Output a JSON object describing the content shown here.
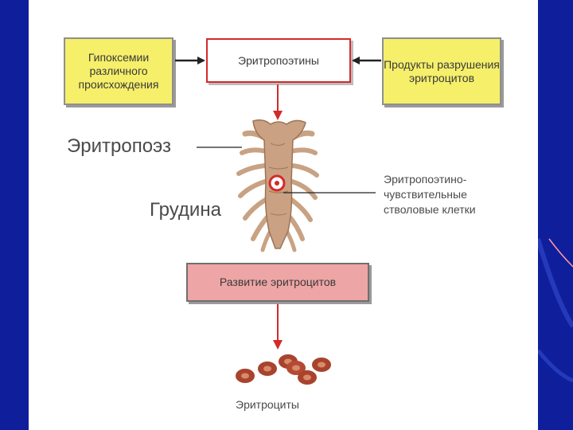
{
  "boxes": {
    "hypoxemia": "Гипоксемии различного происхождения",
    "erythropoietins": "Эритропоэтины",
    "products": "Продукты разрушения эритроцитов",
    "development": "Развитие эритроцитов"
  },
  "labels": {
    "erythropoiesis": "Эритропоэз",
    "sternum": "Грудина",
    "stem_cells": "Эритропоэтино-чувствительные стволовые клетки",
    "erythrocytes": "Эритроциты"
  },
  "colors": {
    "background": "#0f1f9c",
    "yellow_box": "#f5ef6a",
    "pink_box": "#eea5a5",
    "arrow_red": "#d42a2a",
    "bone": "#c8a283",
    "cell": "#a8432e"
  }
}
